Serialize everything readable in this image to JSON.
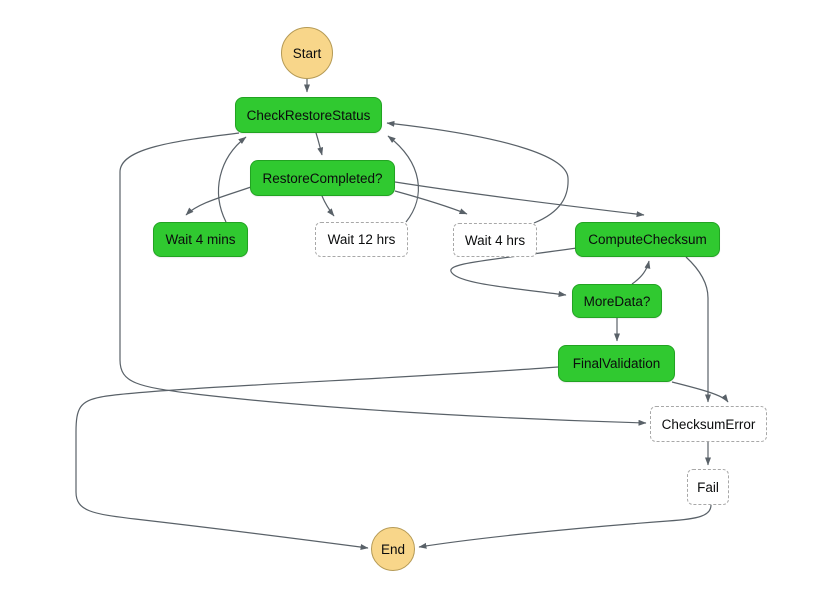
{
  "diagram": {
    "title": "state-machine-graph",
    "background_color": "#ffffff",
    "colors": {
      "state_fill": "#30c930",
      "state_border": "#22a322",
      "terminal_fill": "#f8d68a",
      "terminal_border": "#b59a55",
      "dashed_fill": "#ffffff",
      "dashed_border": "#a8a8a8",
      "edge": "#596168",
      "text": "#0b0c0d"
    },
    "nodes": [
      {
        "id": "start",
        "label": "Start",
        "type": "terminal-circle"
      },
      {
        "id": "check-restore-status",
        "label": "CheckRestoreStatus",
        "type": "state"
      },
      {
        "id": "restore-completed",
        "label": "RestoreCompleted?",
        "type": "state"
      },
      {
        "id": "wait-4-mins",
        "label": "Wait 4 mins",
        "type": "state"
      },
      {
        "id": "wait-12-hrs",
        "label": "Wait 12 hrs",
        "type": "dashed"
      },
      {
        "id": "wait-4-hrs",
        "label": "Wait 4 hrs",
        "type": "dashed"
      },
      {
        "id": "compute-checksum",
        "label": "ComputeChecksum",
        "type": "state"
      },
      {
        "id": "more-data",
        "label": "MoreData?",
        "type": "state"
      },
      {
        "id": "final-validation",
        "label": "FinalValidation",
        "type": "state"
      },
      {
        "id": "checksum-error",
        "label": "ChecksumError",
        "type": "dashed"
      },
      {
        "id": "fail",
        "label": "Fail",
        "type": "dashed"
      },
      {
        "id": "end",
        "label": "End",
        "type": "terminal-circle"
      }
    ],
    "edges": [
      {
        "from": "start",
        "to": "check-restore-status"
      },
      {
        "from": "check-restore-status",
        "to": "restore-completed"
      },
      {
        "from": "check-restore-status",
        "to": "checksum-error"
      },
      {
        "from": "restore-completed",
        "to": "wait-4-mins"
      },
      {
        "from": "restore-completed",
        "to": "wait-12-hrs"
      },
      {
        "from": "restore-completed",
        "to": "wait-4-hrs"
      },
      {
        "from": "restore-completed",
        "to": "compute-checksum"
      },
      {
        "from": "wait-4-mins",
        "to": "check-restore-status"
      },
      {
        "from": "wait-12-hrs",
        "to": "check-restore-status"
      },
      {
        "from": "wait-4-hrs",
        "to": "check-restore-status"
      },
      {
        "from": "compute-checksum",
        "to": "more-data"
      },
      {
        "from": "compute-checksum",
        "to": "checksum-error"
      },
      {
        "from": "more-data",
        "to": "compute-checksum"
      },
      {
        "from": "more-data",
        "to": "final-validation"
      },
      {
        "from": "final-validation",
        "to": "checksum-error"
      },
      {
        "from": "final-validation",
        "to": "end"
      },
      {
        "from": "checksum-error",
        "to": "fail"
      },
      {
        "from": "fail",
        "to": "end"
      }
    ]
  }
}
